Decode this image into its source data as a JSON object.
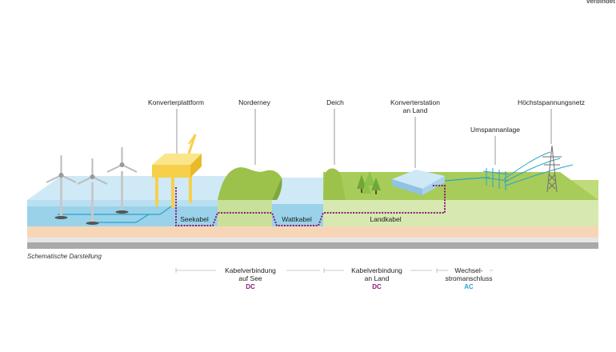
{
  "corner_text": "verbindet",
  "labels": {
    "converter_platform": "Konverterplattform",
    "norderney": "Norderney",
    "deich": "Deich",
    "converter_station_l1": "Konverterstation",
    "converter_station_l2": "an Land",
    "substation": "Umspannanlage",
    "grid": "Höchstspannungsnetz",
    "seekabel": "Seekabel",
    "wattkabel": "Wattkabel",
    "landkabel": "Landkabel"
  },
  "caption": "Schematische Darstellung",
  "sections": [
    {
      "line1": "Kabelverbindung",
      "line2": "auf See",
      "tag": "DC"
    },
    {
      "line1": "Kabelverbindung",
      "line2": "an Land",
      "tag": "DC"
    },
    {
      "line1": "Wechsel-",
      "line2": "stromanschluss",
      "tag": "AC"
    }
  ],
  "colors": {
    "dc_cable": "#8b1a78",
    "ac_cable": "#29a3c9",
    "sea": "#9ad2ea",
    "land": "#a8cc5a",
    "platform": "#f6d04a"
  }
}
